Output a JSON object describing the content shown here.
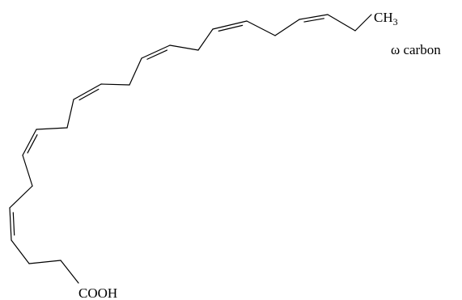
{
  "labels": {
    "methyl": {
      "main": "CH",
      "subscript": "3"
    },
    "omega_carbon": "ω carbon",
    "carboxyl": "COOH"
  },
  "colors": {
    "bond": "#000000",
    "text": "#000000",
    "background": "#ffffff"
  }
}
